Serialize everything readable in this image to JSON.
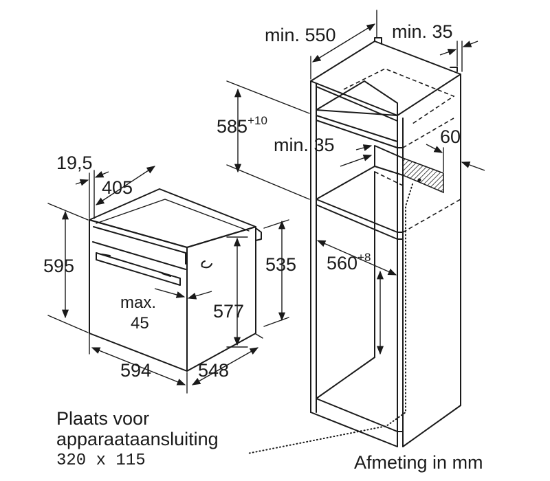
{
  "dimensions": {
    "oven_height": "595",
    "oven_width": "594",
    "oven_depth": "548",
    "oven_body_height": "577",
    "oven_rear_height": "535",
    "oven_top_depth": "405",
    "oven_front_offset": "19,5",
    "handle_max_label": "max.",
    "handle_max_value": "45",
    "cabinet_depth_min": "min. 550",
    "cabinet_wall_min": "min. 35",
    "niche_height": "585",
    "niche_height_tol": "+10",
    "vent_min": "min. 35",
    "vent_depth": "60",
    "niche_width": "560",
    "niche_width_tol": "+8"
  },
  "notes": {
    "connection_line1": "Plaats voor",
    "connection_line2": "apparaataansluiting",
    "connection_line3": "320 x 115",
    "units": "Afmeting in mm"
  }
}
